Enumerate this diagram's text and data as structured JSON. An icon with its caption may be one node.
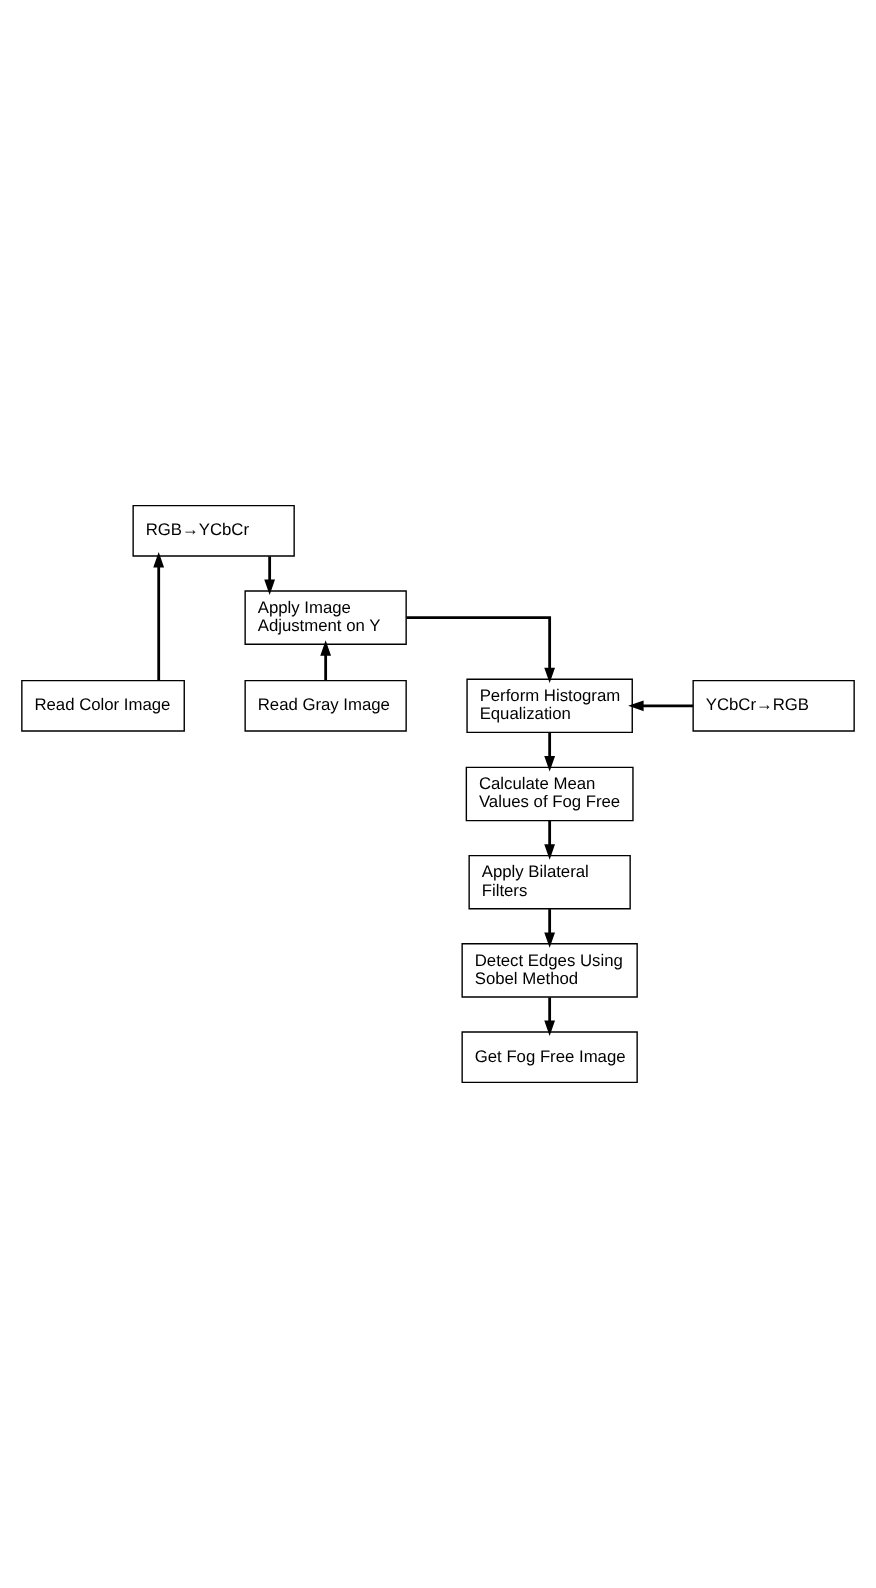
{
  "diagram": {
    "nodes": [
      {
        "text": [
          "Read Color Image"
        ]
      },
      {
        "text": [
          "Read Gray Image"
        ]
      },
      {
        "text": [
          "RGB→YCbCr"
        ]
      },
      {
        "text": [
          "Apply Image Adjustment on Y"
        ]
      },
      {
        "text": [
          "Perform Histogram Equalization"
        ]
      },
      {
        "text": [
          "YCbCr→RGB"
        ]
      },
      {
        "text": [
          "Calculate Mean Values of Fog Free"
        ]
      },
      {
        "text": [
          "Apply Bilateral Filters"
        ]
      },
      {
        "text": [
          "Detect Edges Using Sobel Method"
        ]
      },
      {
        "text": [
          "Get Fog Free Image"
        ]
      }
    ],
    "edges": [
      {
        "from": 0,
        "to": 2,
        "arrow": "to"
      },
      {
        "from": 2,
        "to": 3,
        "arrow": "to"
      },
      {
        "from": 1,
        "to": 3,
        "arrow": "to"
      },
      {
        "from": 3,
        "to": 4,
        "arrow": "to"
      },
      {
        "from": 5,
        "to": 4,
        "arrow": "to"
      },
      {
        "from": 4,
        "to": 6,
        "arrow": "to"
      },
      {
        "from": 6,
        "to": 7,
        "arrow": "to"
      },
      {
        "from": 7,
        "to": 8,
        "arrow": "to"
      },
      {
        "from": 8,
        "to": 9,
        "arrow": "to"
      }
    ]
  }
}
